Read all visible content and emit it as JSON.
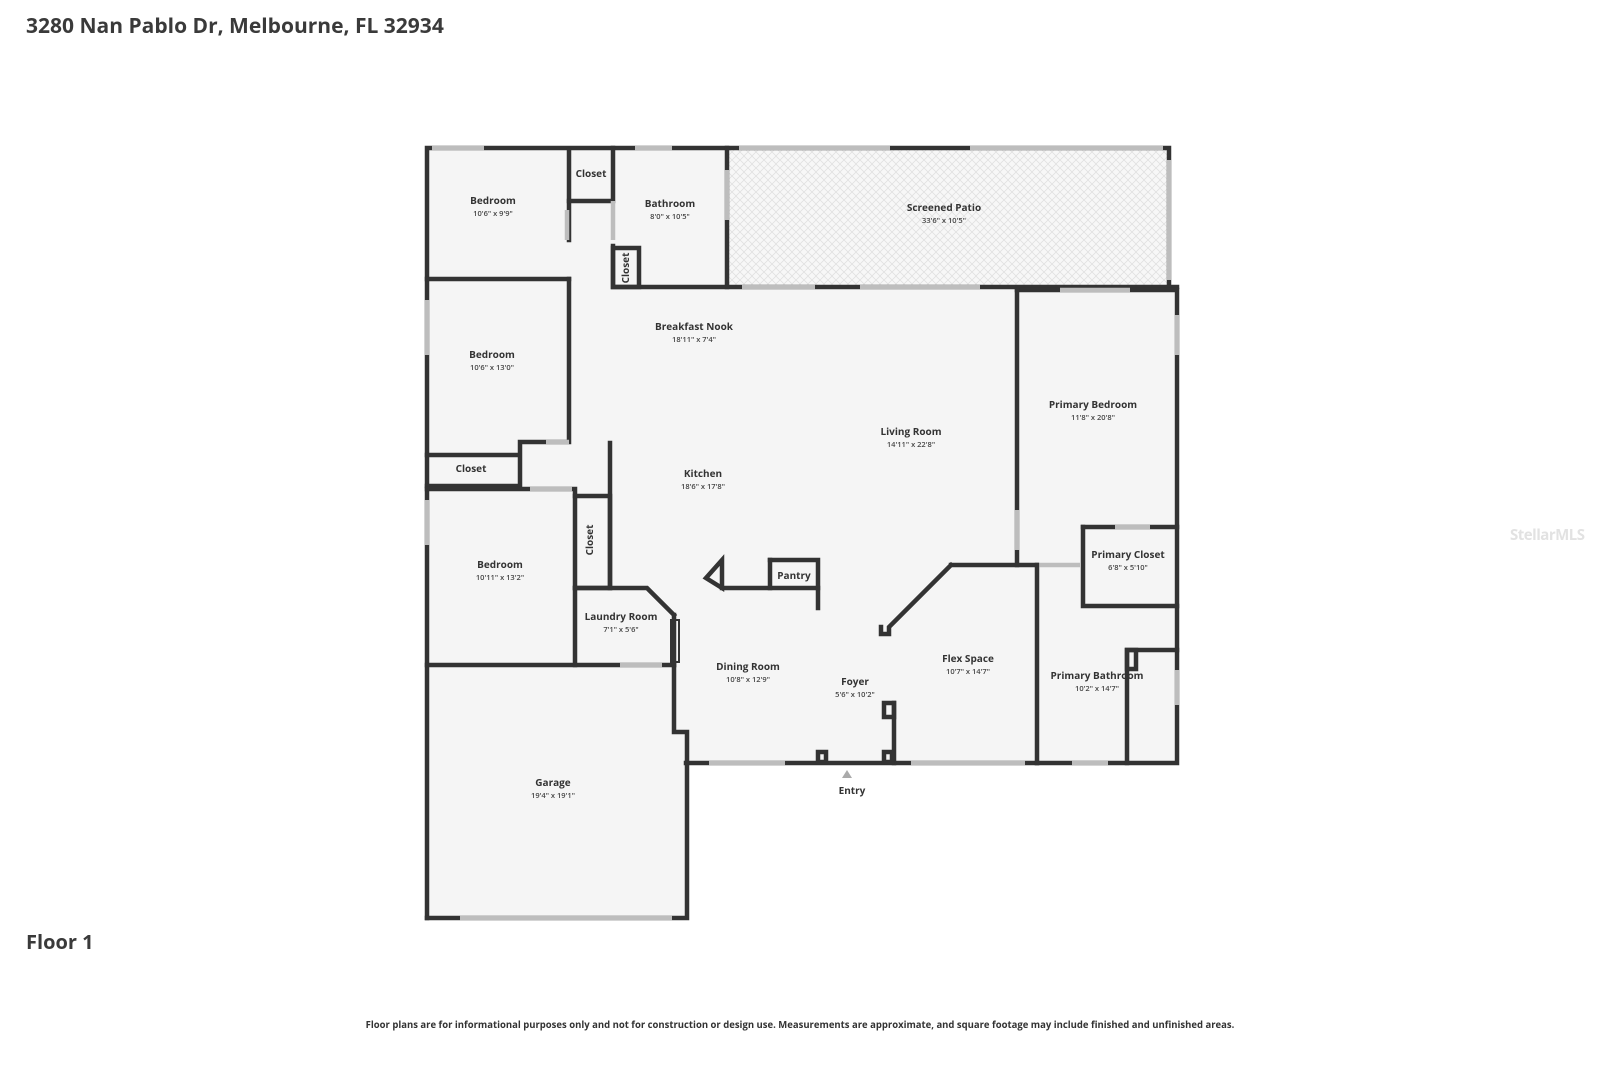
{
  "address": "3280 Nan Pablo Dr, Melbourne, FL 32934",
  "floor_label": "Floor 1",
  "disclaimer": "Floor plans are for informational purposes only and not for construction or design use. Measurements are approximate, and square footage may include finished and unfinished areas.",
  "watermark": "StellarMLS",
  "entry_label": "Entry",
  "rooms": {
    "bedroom1": {
      "name": "Bedroom",
      "dims": "10'6\" x 9'9\""
    },
    "closet1": {
      "name": "Closet"
    },
    "bathroom": {
      "name": "Bathroom",
      "dims": "8'0\" x 10'5\""
    },
    "closet2": {
      "name": "Closet"
    },
    "screened_patio": {
      "name": "Screened Patio",
      "dims": "33'6\" x 10'5\""
    },
    "breakfast_nook": {
      "name": "Breakfast Nook",
      "dims": "18'11\" x 7'4\""
    },
    "bedroom2": {
      "name": "Bedroom",
      "dims": "10'6\" x 13'0\""
    },
    "closet3": {
      "name": "Closet"
    },
    "living_room": {
      "name": "Living Room",
      "dims": "14'11\" x 22'8\""
    },
    "primary_bedroom": {
      "name": "Primary Bedroom",
      "dims": "11'8\" x 20'8\""
    },
    "kitchen": {
      "name": "Kitchen",
      "dims": "18'6\" x 17'8\""
    },
    "closet4": {
      "name": "Closet"
    },
    "bedroom3": {
      "name": "Bedroom",
      "dims": "10'11\" x 13'2\""
    },
    "pantry": {
      "name": "Pantry"
    },
    "primary_closet": {
      "name": "Primary Closet",
      "dims": "6'8\" x 5'10\""
    },
    "laundry_room": {
      "name": "Laundry Room",
      "dims": "7'1\" x 5'6\""
    },
    "dining_room": {
      "name": "Dining Room",
      "dims": "10'8\" x 12'9\""
    },
    "foyer": {
      "name": "Foyer",
      "dims": "5'6\" x 10'2\""
    },
    "flex_space": {
      "name": "Flex Space",
      "dims": "10'7\" x 14'7\""
    },
    "primary_bathroom": {
      "name": "Primary Bathroom",
      "dims": "10'2\" x 14'7\""
    },
    "garage": {
      "name": "Garage",
      "dims": "19'4\" x 19'1\""
    }
  }
}
